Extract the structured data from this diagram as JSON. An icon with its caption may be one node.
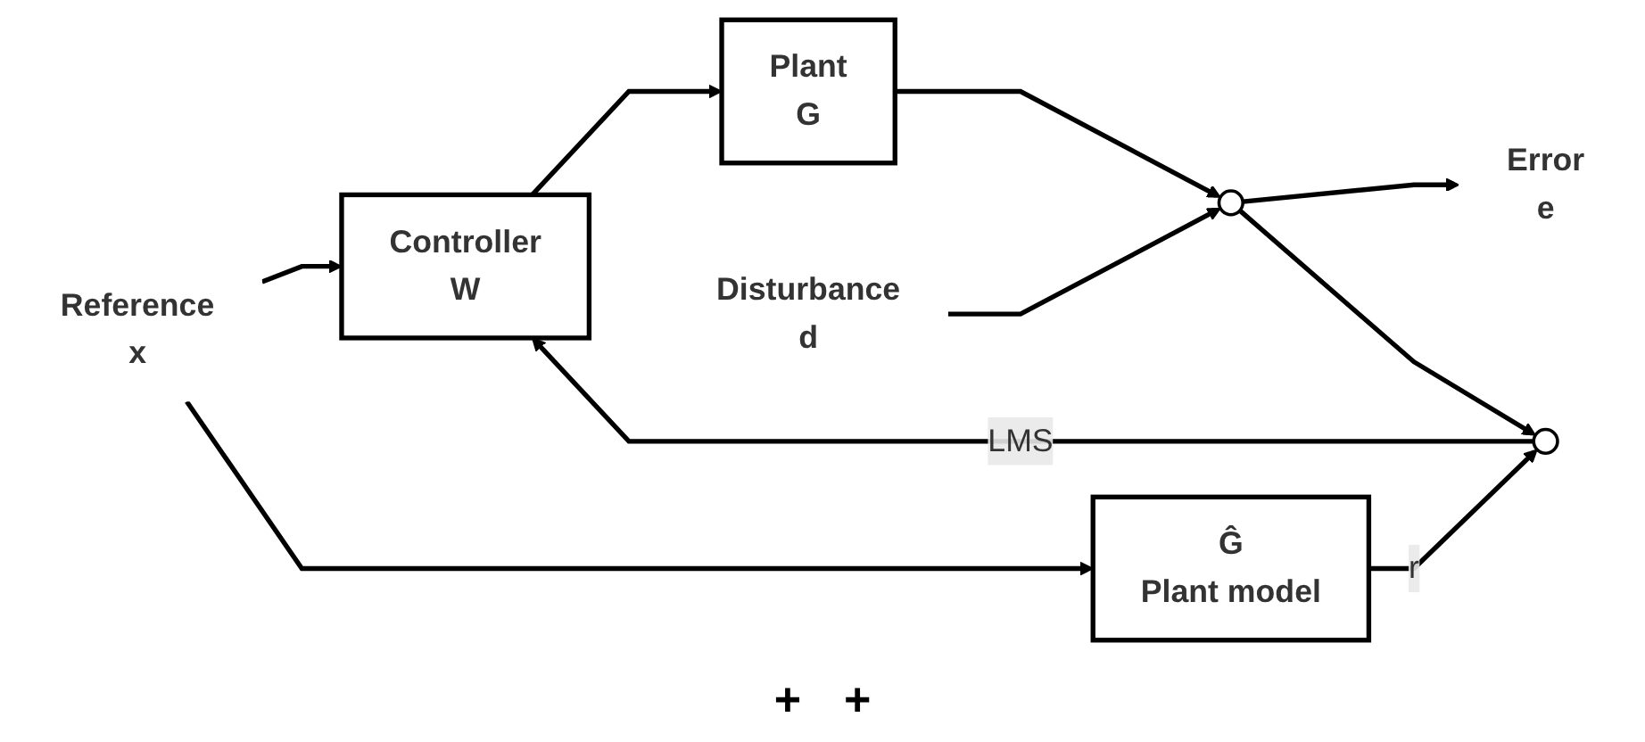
{
  "diagram": {
    "nodes": [
      {
        "text": [
          "Reference",
          "x"
        ]
      },
      {
        "text": [
          "Controller",
          "W"
        ]
      },
      {
        "text": [
          "Plant",
          "G"
        ]
      },
      {
        "text": [],
        "shape": "circle"
      },
      {
        "text": [
          "Disturbance",
          "d"
        ]
      },
      {
        "text": [
          "Error",
          "e"
        ]
      },
      {
        "text": [
          "Ĝ",
          "Plant model"
        ]
      },
      {
        "text": [],
        "shape": "circle"
      }
    ],
    "edges": [
      {
        "from": 0,
        "to": 1,
        "arrow": "to"
      },
      {
        "from": 1,
        "to": 2,
        "arrow": "to"
      },
      {
        "from": 2,
        "to": 3,
        "arrow": "to"
      },
      {
        "from": 4,
        "to": 3,
        "arrow": "to"
      },
      {
        "from": 3,
        "to": 5,
        "arrow": "to"
      },
      {
        "from": 0,
        "to": 6,
        "arrow": "to"
      },
      {
        "from": 6,
        "to": 7,
        "label": "r",
        "arrow": "to"
      },
      {
        "from": 3,
        "to": 7,
        "arrow": "to"
      },
      {
        "from": 7,
        "to": 1,
        "label": "LMS",
        "arrow": "to"
      }
    ],
    "labels": [
      "+",
      "+"
    ]
  }
}
